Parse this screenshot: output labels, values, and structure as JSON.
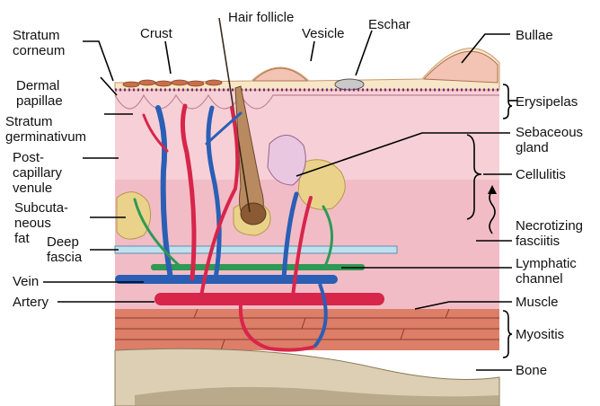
{
  "labels": {
    "stratum_corneum": [
      "Stratum",
      "corneum"
    ],
    "dermal_papillae": [
      "Dermal",
      "papillae"
    ],
    "stratum_germinativum": [
      "Stratum",
      "germinativum"
    ],
    "post_capillary_venule": [
      "Post-",
      "capillary",
      "venule"
    ],
    "subcutaneous_fat": [
      "Subcuta-",
      "neous",
      "fat"
    ],
    "deep_fascia": [
      "Deep",
      "fascia"
    ],
    "vein": "Vein",
    "artery": "Artery",
    "crust": "Crust",
    "hair_follicle": "Hair follicle",
    "vesicle": "Vesicle",
    "eschar": "Eschar",
    "bullae": "Bullae",
    "erysipelas": "Erysipelas",
    "sebaceous_gland": [
      "Sebaceous",
      "gland"
    ],
    "cellulitis": "Cellulitis",
    "necrotizing_fasciitis": [
      "Necrotizing",
      "fasciitis"
    ],
    "lymphatic_channel": [
      "Lymphatic",
      "channel"
    ],
    "muscle": "Muscle",
    "myositis": "Myositis",
    "bone": "Bone"
  },
  "colors": {
    "epidermis_top": "#f8e6c8",
    "dermis": "#f4c8cf",
    "subcutis": "#f2bcc6",
    "fat": "#ead28a",
    "fascia": "#bfe0ee",
    "lymphatic": "#2e9a55",
    "vein": "#2a5fb5",
    "artery": "#d8254a",
    "muscle": "#dc7e68",
    "bone": "#ddcfb4",
    "marrow": "#a89a78"
  }
}
